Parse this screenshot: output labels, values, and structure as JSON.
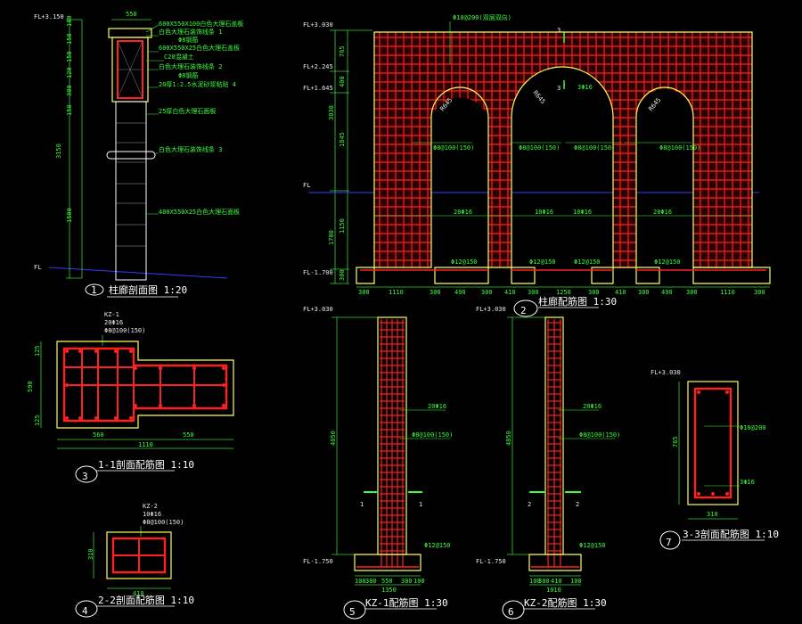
{
  "elev_labels": {
    "a": "FL+3.150",
    "b": "FL+3.030",
    "c": "FL+2.245",
    "d": "FL+1.645",
    "e": "FL",
    "f": "FL-1.700",
    "g": "FL+3.030",
    "h": "FL+3.030",
    "i": "FL-1.750",
    "j": "FL+3.030",
    "k": "FL-1.750",
    "l": "FL+3.030"
  },
  "view1": {
    "title_num": "1",
    "title": "柱廊剖面图 1:20",
    "top_dim": "550",
    "left_dims": [
      "100",
      "150",
      "150",
      "120",
      "300",
      "150",
      "3150",
      "1500"
    ],
    "notes": [
      "600X550X100白色大理石盖板",
      "白色大理石装饰线条 1",
      "Φ8钢筋",
      "600X550X25白色大理石盖板",
      "C20混凝土",
      "白色大理石装饰线条 2",
      "Φ8钢筋",
      "20厚1:2.5水泥砂浆粘贴 4",
      "25厚白色大理石面板",
      "白色大理石装饰线条 3",
      "400X550X25白色大理石面板"
    ]
  },
  "view2": {
    "title_num": "2",
    "title": "柱廊配筋图 1:30",
    "left_dims": [
      "765",
      "400",
      "3030",
      "1845",
      "1700",
      "1150",
      "300"
    ],
    "bottom_dims": [
      "300",
      "1110",
      "300",
      "490",
      "300",
      "410",
      "300",
      "1250",
      "300",
      "410",
      "300",
      "490",
      "300",
      "1110",
      "300"
    ],
    "arch_labels": [
      "R645",
      "R645",
      "R645"
    ],
    "top_note": "Φ10@200(双层双向)",
    "marks": [
      "3",
      "3"
    ],
    "mark_note": "3Φ16",
    "stirrup_notes": [
      "Φ8@100(150)",
      "Φ8@100(150)",
      "Φ8@100(150)",
      "Φ8@100(150)"
    ],
    "bar_notes": [
      "20Φ16",
      "10Φ16",
      "10Φ16",
      "20Φ16"
    ],
    "foot_notes": [
      "Φ12@150",
      "Φ12@150",
      "Φ12@150",
      "Φ12@150"
    ]
  },
  "view3": {
    "title_num": "3",
    "title": "1-1剖面配筋图 1:10",
    "tag": "KZ-1",
    "bars": "20Φ16",
    "stirrup": "Φ8@100(150)",
    "left_dims": [
      "125",
      "590",
      "125"
    ],
    "bottom_dims": [
      "560",
      "550"
    ],
    "total": "1110"
  },
  "view4": {
    "title_num": "4",
    "title": "2-2剖面配筋图 1:10",
    "tag": "KZ-2",
    "bars": "10Φ16",
    "stirrup": "Φ8@100(150)",
    "left_dim": "310",
    "bottom_dim": "410"
  },
  "view5": {
    "title_num": "5",
    "title": "KZ-1配筋图 1:30",
    "height": "4850",
    "bars": "20Φ16",
    "stirrup": "Φ8@100(150)",
    "foot": "Φ12@150",
    "section_marks": [
      "1",
      "1"
    ],
    "bottom_dims": [
      "100",
      "300",
      "550",
      "300",
      "100"
    ],
    "bottom_total": "1350"
  },
  "view6": {
    "title_num": "6",
    "title": "KZ-2配筋图 1:30",
    "height": "4850",
    "bars": "20Φ16",
    "stirrup": "Φ8@100(150)",
    "foot": "Φ12@150",
    "section_marks": [
      "2",
      "2"
    ],
    "bottom_dims": [
      "100",
      "300",
      "410",
      "100"
    ],
    "bottom_total": "1010"
  },
  "view7": {
    "title_num": "7",
    "title": "3-3剖面配筋图 1:10",
    "top_note": "Φ10@200",
    "bars": "3Φ16",
    "left_dim": "765",
    "bottom_dim": "310"
  },
  "colors": {
    "background": "#000000",
    "rebar": "#ff2020",
    "dimension": "#37d337",
    "outline": "#ffff55",
    "text": "#e8e8e8",
    "floor_line": "#3a3aff"
  }
}
